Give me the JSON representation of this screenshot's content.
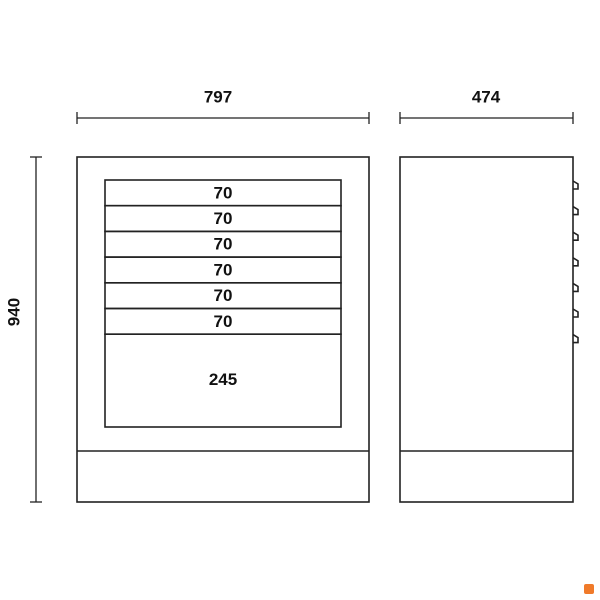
{
  "dimensions": {
    "width": "797",
    "depth": "474",
    "height": "940"
  },
  "front": {
    "drawers": [
      "70",
      "70",
      "70",
      "70",
      "70",
      "70",
      "245"
    ]
  },
  "side": {
    "handle_count": 7
  },
  "colors": {
    "line": "#222222",
    "badge": "#f07a2a"
  }
}
